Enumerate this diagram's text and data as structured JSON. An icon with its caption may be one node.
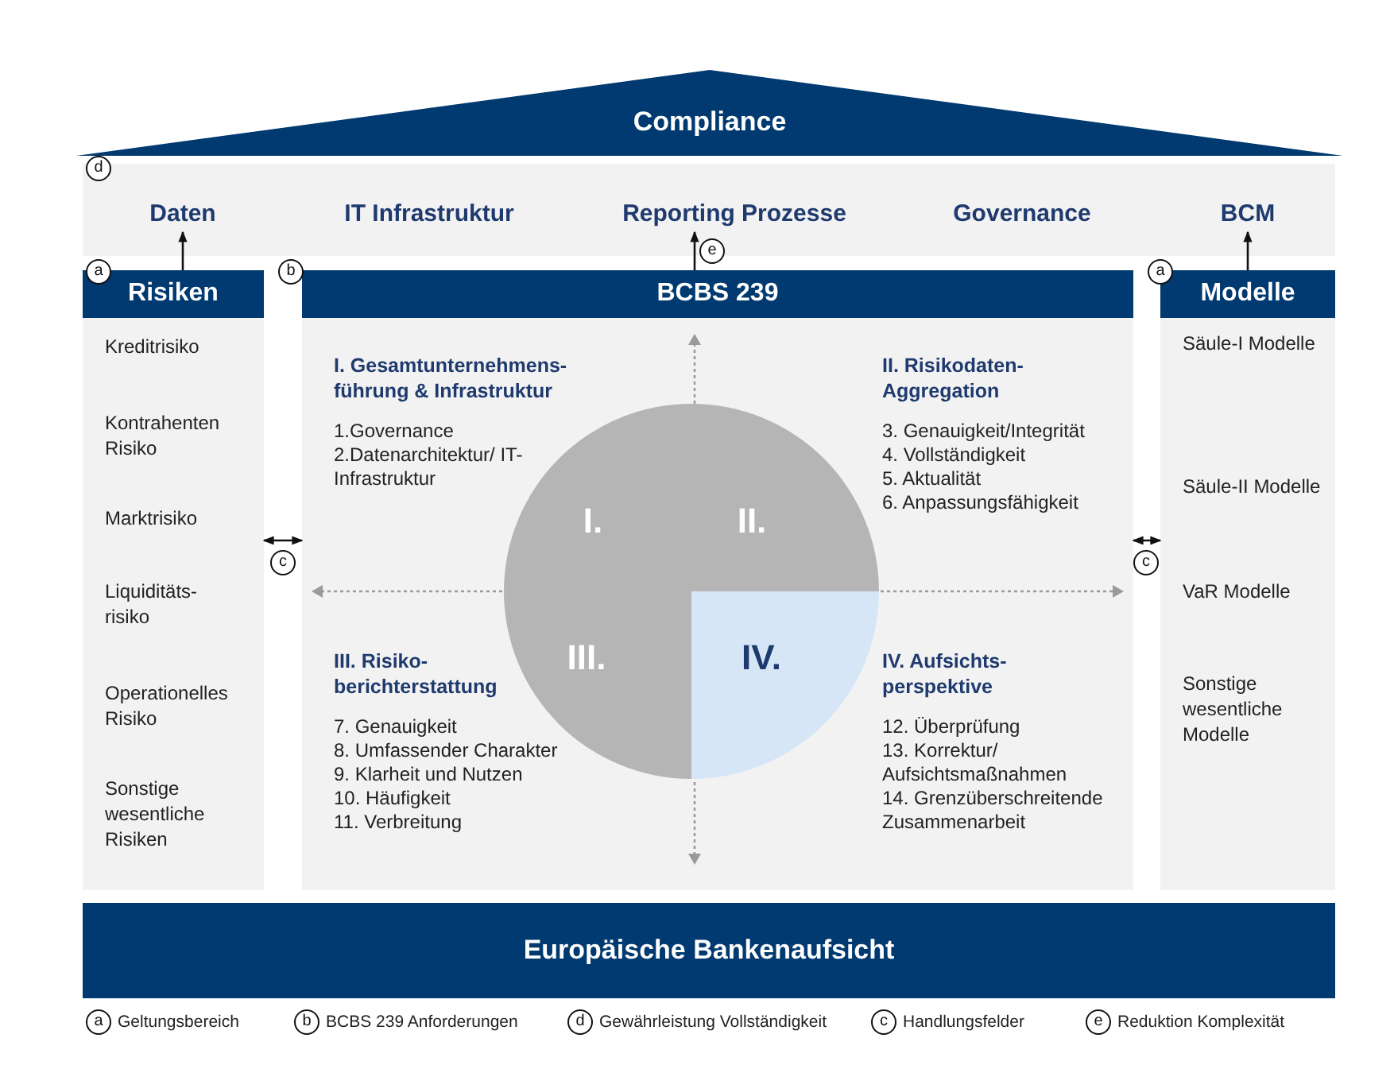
{
  "diagram": {
    "nodes": [
      {
        "text": [
          "Compliance"
        ]
      },
      {
        "text": [],
        "shape": "box"
      },
      {
        "text": [
          "Daten"
        ],
        "in": 1
      },
      {
        "text": [
          "IT Infrastruktur"
        ],
        "in": 1
      },
      {
        "text": [
          "Reporting Prozesse"
        ],
        "in": 1
      },
      {
        "text": [
          "Governance"
        ],
        "in": 1
      },
      {
        "text": [
          "BCM"
        ],
        "in": 1
      },
      {
        "text": [
          "Risiken",
          "Kreditrisiko",
          "Kontrahenten Risiko",
          "Marktrisiko",
          "Liquiditäts- risiko",
          "Operationelles Risiko",
          "Sonstige wesentliche Risiken"
        ]
      },
      {
        "text": [
          "BCBS 239",
          "I. Gesamtunternehmens- führung & Infrastruktur",
          "1.Governance",
          "2.Datenarchitektur/ IT-Infrastruktur",
          "II. Risikodaten- Aggregation",
          "3. Genauigkeit/Integrität",
          "4. Vollständigkeit",
          "5. Aktualität",
          "6. Anpassungsfähigkeit",
          "III. Risiko- berichterstattung",
          "7. Genauigkeit",
          "8. Umfassender Charakter",
          "9. Klarheit und Nutzen",
          "10. Häufigkeit",
          "11. Verbreitung",
          "IV. Aufsichts- perspektive",
          "12. Überprüfung",
          "13. Korrektur/ Aufsichtsmaßnahmen",
          "14. Grenzüberschreitende Zusammenarbeit"
        ]
      },
      {
        "text": [
          "I.",
          "II.",
          "III.",
          "IV."
        ],
        "in": 8
      },
      {
        "text": [
          "Modelle",
          "Säule-I Modelle",
          "Säule-II Modelle",
          "VaR Modelle",
          "Sonstige wesentliche Modelle"
        ]
      },
      {
        "text": [
          "Europäische Bankenaufsicht"
        ]
      }
    ],
    "edges": [
      {
        "from": 7,
        "to": 2,
        "arrow": "to"
      },
      {
        "from": 8,
        "to": 4,
        "arrow": "to"
      },
      {
        "from": 10,
        "to": 6,
        "arrow": "to"
      },
      {
        "from": 7,
        "to": 8,
        "arrow": "both"
      },
      {
        "from": 8,
        "to": 10,
        "arrow": "both"
      }
    ],
    "labels": [
      "d",
      "e",
      "a",
      "b",
      "a",
      "c",
      "c",
      "a",
      "Geltungsbereich",
      "b",
      "BCBS 239 Anforderungen",
      "d",
      "Gewährleistung Vollständigkeit",
      "c",
      "Handlungsfelder",
      "e",
      "Reduktion Komplexität"
    ]
  }
}
